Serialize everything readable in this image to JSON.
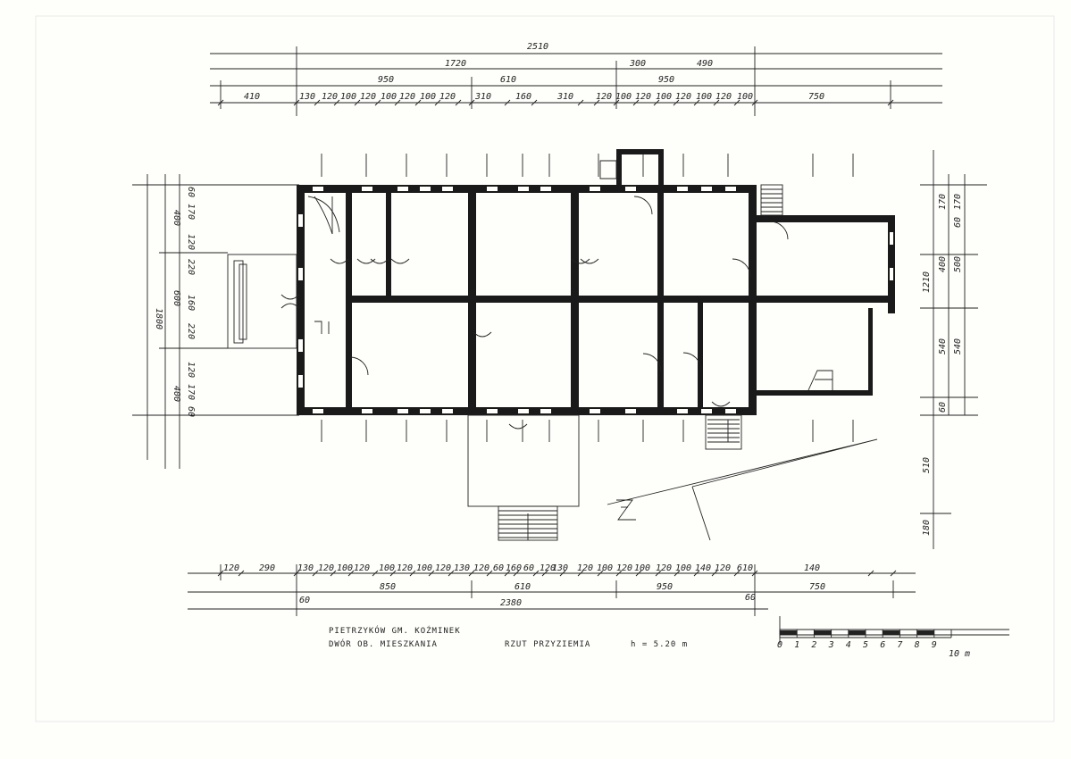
{
  "top_dims": {
    "row1": [
      "2510"
    ],
    "row2": [
      "1720",
      "300",
      "490"
    ],
    "row3": [
      "950",
      "610",
      "950"
    ],
    "row4": [
      "410",
      "130",
      "120",
      "100",
      "120",
      "100",
      "120",
      "100",
      "120",
      "310",
      "160",
      "310",
      "120",
      "100",
      "120",
      "100",
      "120",
      "100",
      "120",
      "100",
      "750"
    ]
  },
  "bottom_dims": {
    "row1": [
      "120",
      "290",
      "130",
      "120",
      "100",
      "120",
      "100",
      "120",
      "100",
      "120",
      "130",
      "120",
      "60",
      "160",
      "60",
      "120",
      "130",
      "120",
      "100",
      "120",
      "100",
      "120",
      "100",
      "140",
      "120",
      "610",
      "140"
    ],
    "row2": [
      "850",
      "610",
      "950",
      "750"
    ],
    "row2_small": [
      "60",
      "60"
    ],
    "row3": [
      "2380"
    ]
  },
  "left_dims": {
    "outer": [
      "1800"
    ],
    "middle": [
      "400",
      "600",
      "400"
    ],
    "inner": [
      "60",
      "170",
      "120",
      "220",
      "160",
      "220",
      "120",
      "170",
      "60"
    ]
  },
  "right_dims": {
    "outer": [
      "1210",
      "510",
      "180"
    ],
    "middle": [
      "170",
      "400",
      "540",
      "60"
    ],
    "inner": [
      "60",
      "170",
      "500",
      "540"
    ]
  },
  "title_block": {
    "place": "PIETRZYKÓW   GM. KOŹMINEK",
    "object": "DWÓR   OB. MIESZKANIA",
    "view": "RZUT PRZYZIEMIA",
    "height": "h = 5.20 m"
  },
  "scale_bar": {
    "ticks": [
      "0",
      "1",
      "2",
      "3",
      "4",
      "5",
      "6",
      "7",
      "8",
      "9",
      "10 m"
    ]
  }
}
